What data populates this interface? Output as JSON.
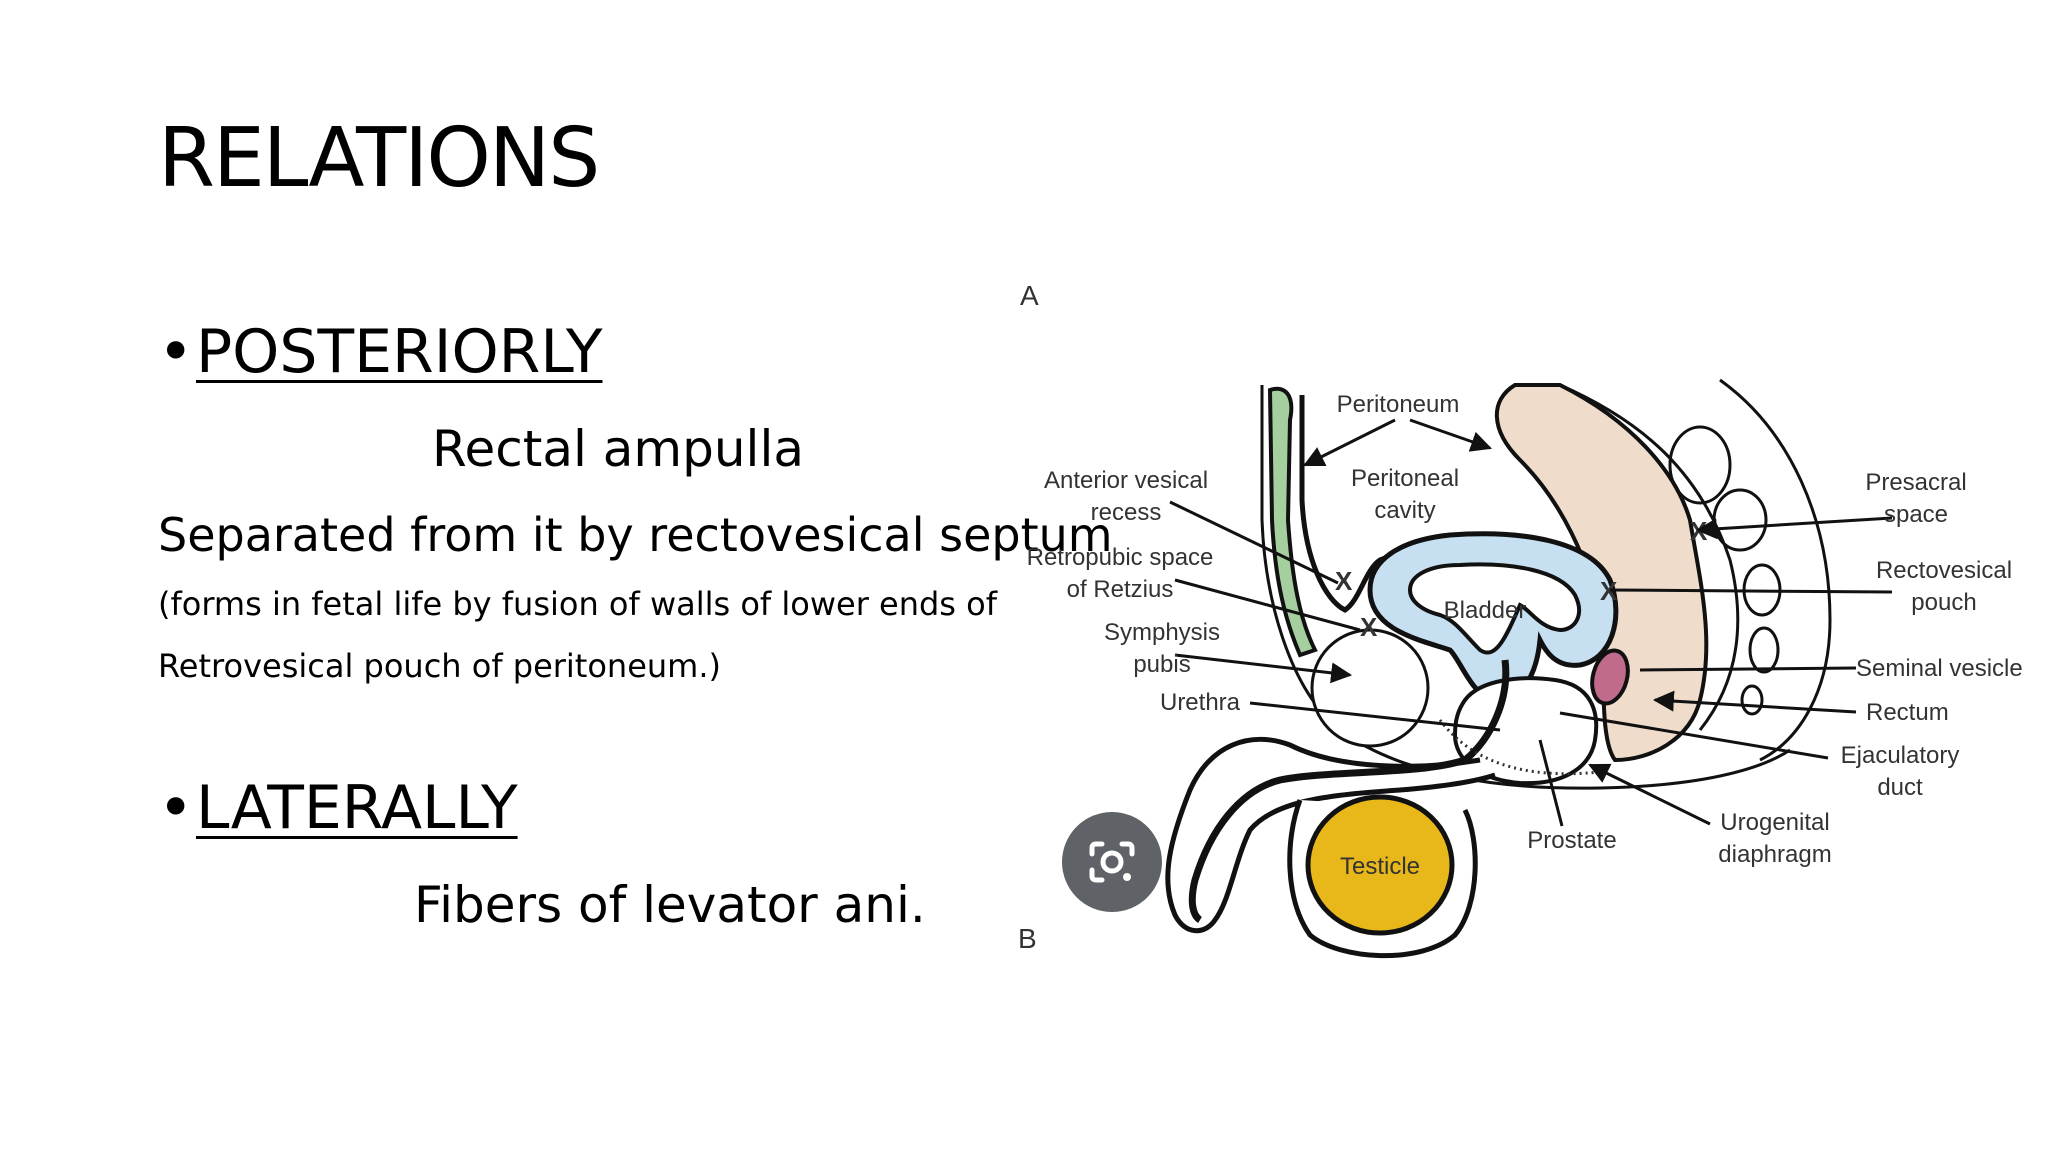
{
  "slide": {
    "title": "RELATIONS",
    "posterior": {
      "heading": "POSTERIORLY",
      "line1": "Rectal ampulla",
      "line2": "Separated from it by rectovesical septum",
      "line3": "(forms in fetal life by fusion of walls of lower ends of",
      "line4": "Retrovesical pouch of peritoneum.)"
    },
    "lateral": {
      "heading": "LATERALLY",
      "line1": "Fibers of levator ani."
    },
    "bullet_glyph": "•"
  },
  "figure": {
    "panel_a": "A",
    "panel_b": "B",
    "x_mark": "X",
    "labels": {
      "peritoneum": "Peritoneum",
      "peritoneal_cavity_1": "Peritoneal",
      "peritoneal_cavity_2": "cavity",
      "anterior_vesical_1": "Anterior vesical",
      "anterior_vesical_2": "recess",
      "retropubic_1": "Retropubic space",
      "retropubic_2": "of Retzius",
      "symphysis_1": "Symphysis",
      "symphysis_2": "pubis",
      "urethra": "Urethra",
      "bladder": "Bladder",
      "testicle": "Testicle",
      "prostate": "Prostate",
      "urogenital_1": "Urogenital",
      "urogenital_2": "diaphragm",
      "presacral_1": "Presacral",
      "presacral_2": "space",
      "rectovesical_1": "Rectovesical",
      "rectovesical_2": "pouch",
      "seminal_vesicle": "Seminal vesicle",
      "rectum": "Rectum",
      "ejaculatory_1": "Ejaculatory",
      "ejaculatory_2": "duct"
    },
    "colors": {
      "peritoneum_green": "#a5cf9f",
      "bladder_blue": "#c6e0f2",
      "rectum_tan": "#efdccb",
      "seminal_pink": "#c06a8c",
      "testicle_yellow": "#e8b71a"
    }
  },
  "overlay": {
    "icon": "lens-camera-icon"
  }
}
